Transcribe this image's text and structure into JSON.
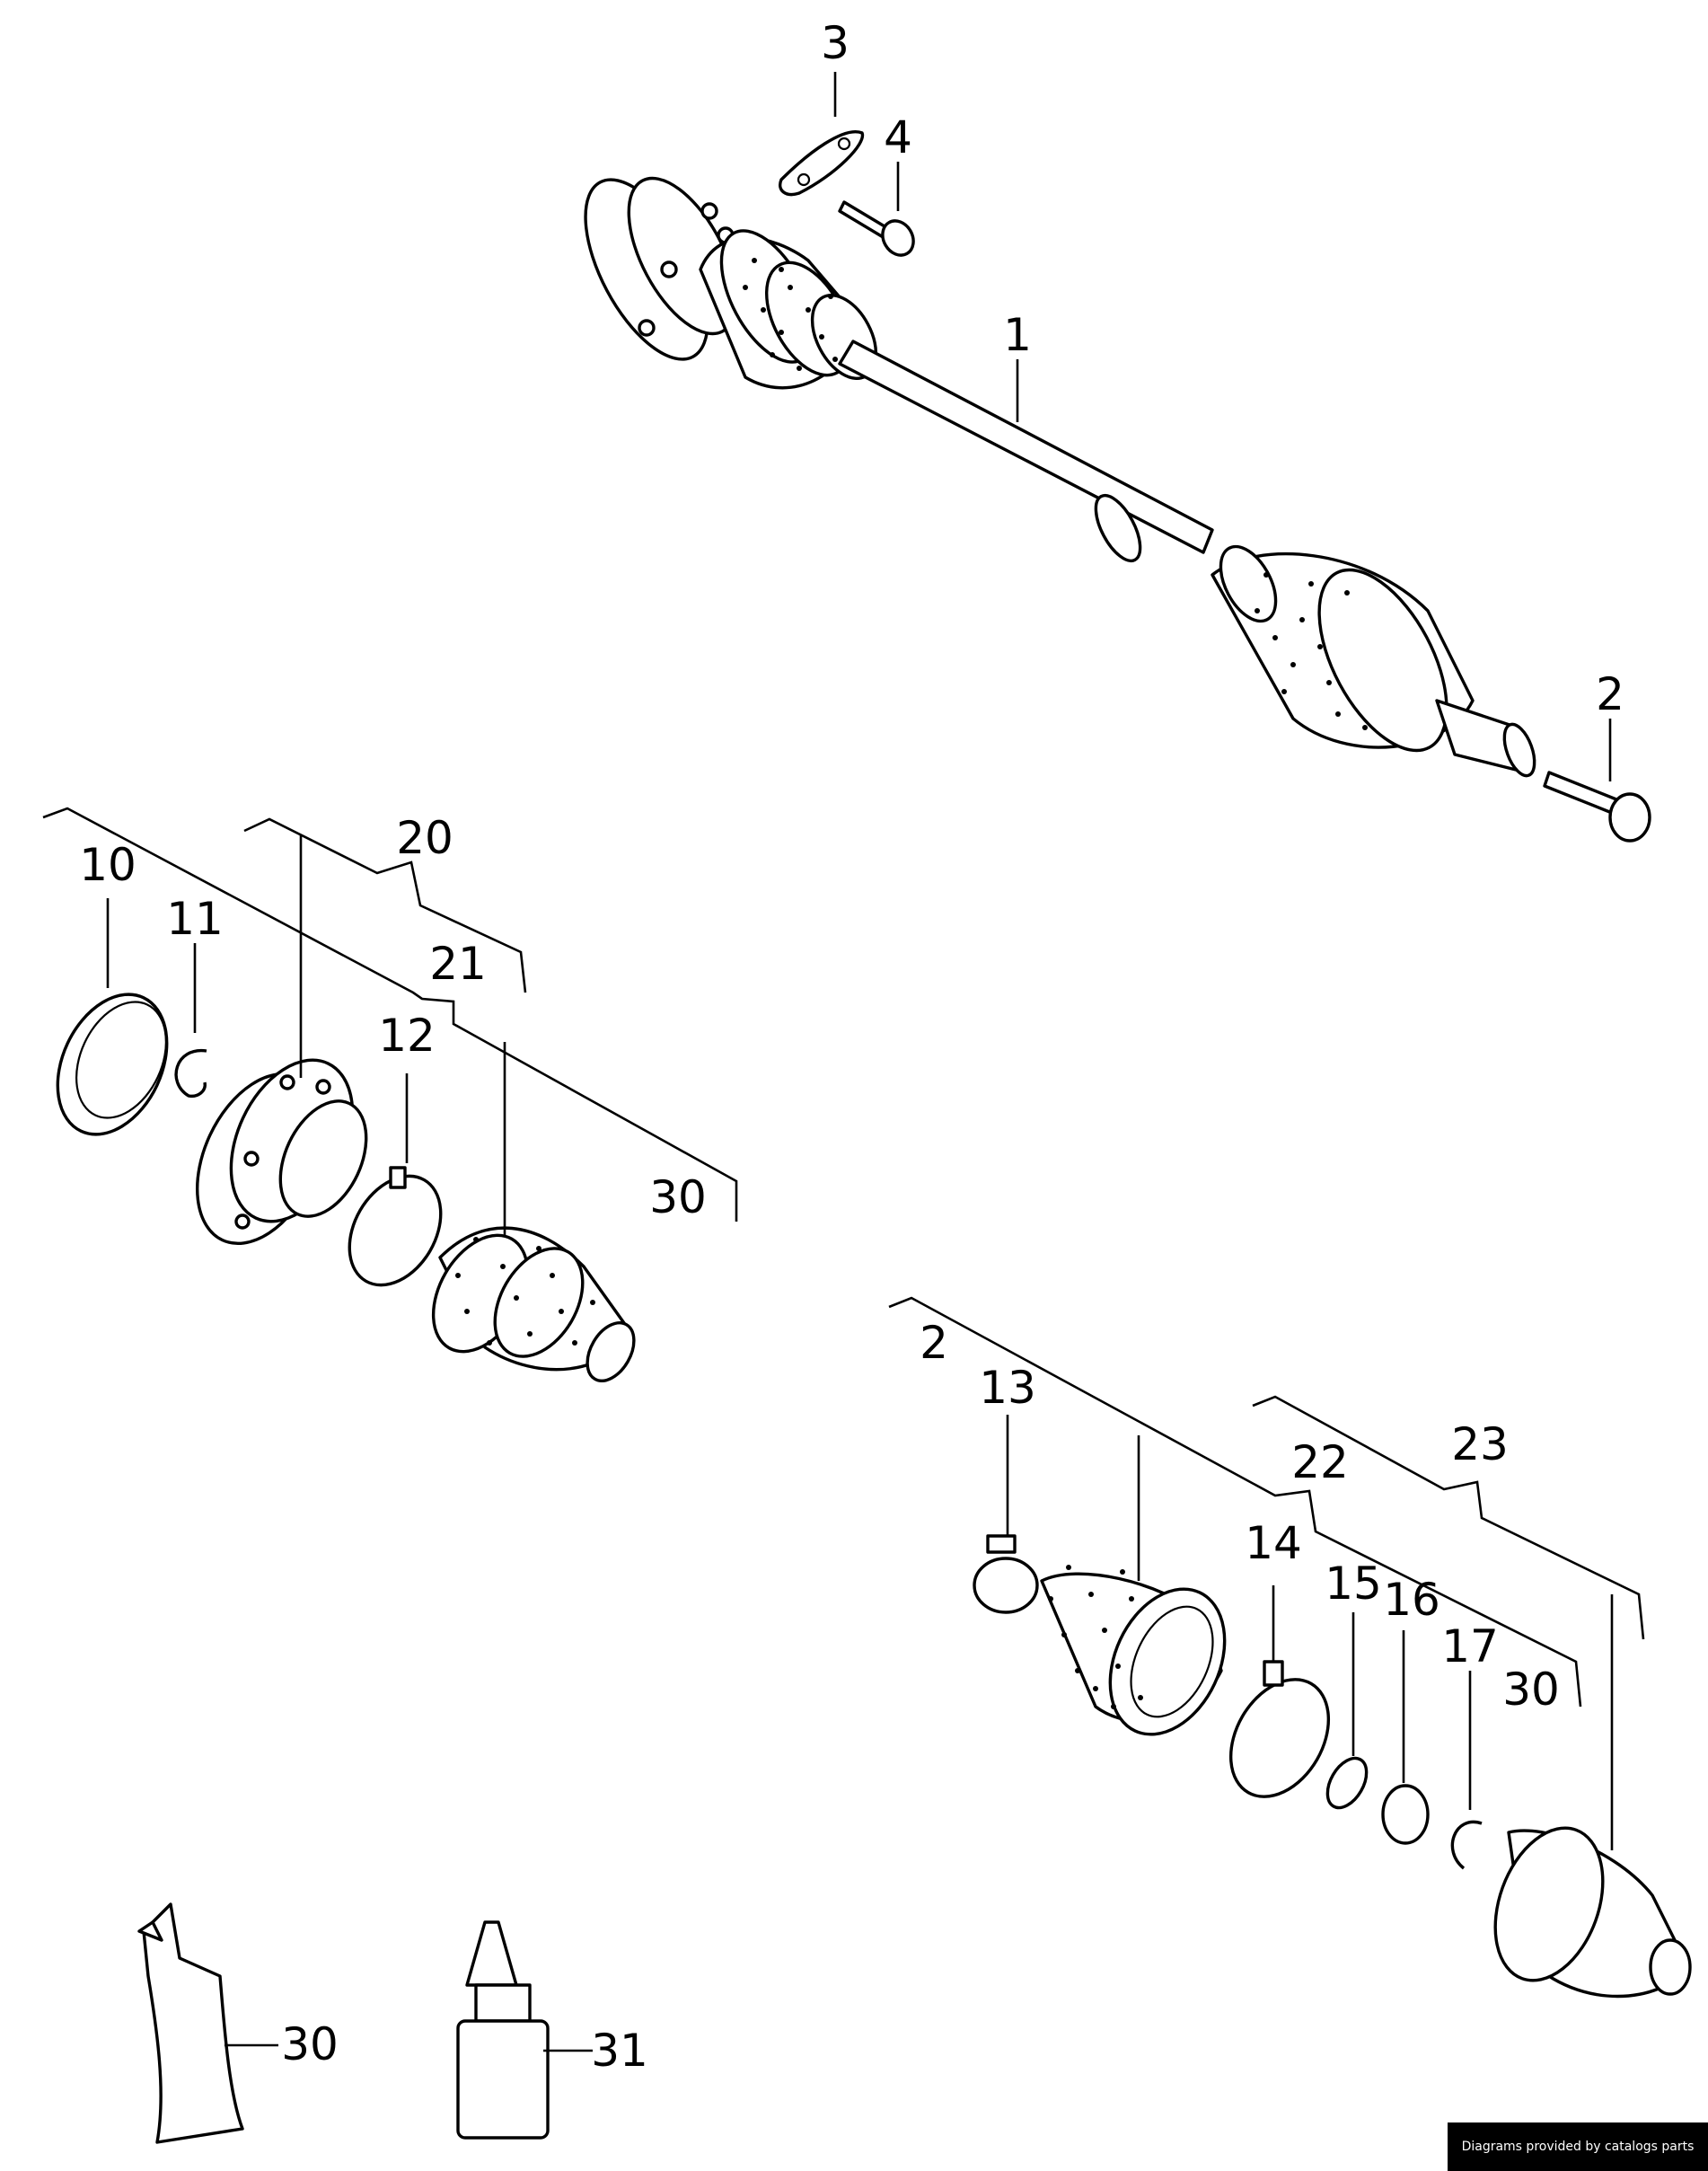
{
  "callouts": {
    "c1": "1",
    "c2": "2",
    "c3": "3",
    "c4": "4",
    "c10": "10",
    "c11": "11",
    "c12": "12",
    "c13": "13",
    "c14": "14",
    "c15": "15",
    "c16": "16",
    "c17": "17",
    "c20": "20",
    "c21": "21",
    "c22": "22",
    "c23": "23",
    "c2b": "2",
    "c30a": "30",
    "c30b": "30",
    "c30c": "30",
    "c31": "31"
  },
  "credit": "Diagrams provided by catalogs parts",
  "colors": {
    "line": "#000000",
    "background": "#ffffff",
    "credit_bg": "#000000",
    "credit_text": "#ffffff"
  }
}
